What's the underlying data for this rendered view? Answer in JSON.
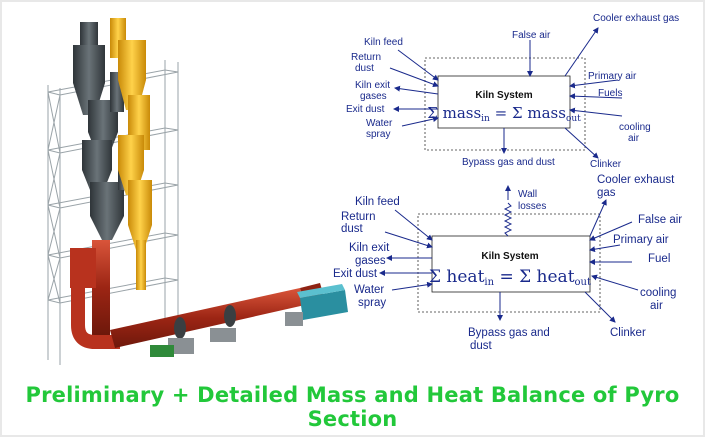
{
  "caption": "Preliminary + Detailed Mass and Heat Balance of Pyro Section",
  "mass_diagram": {
    "box_title": "Kiln System",
    "eq": {
      "sigma1": "Σ",
      "word1": "mass",
      "sub1": "in",
      "equals": "=",
      "sigma2": "Σ",
      "word2": "mass",
      "sub2": "out"
    },
    "labels": {
      "false_air": "False air",
      "cooler_exhaust": "Cooler exhaust gas",
      "kiln_feed": "Kiln feed",
      "return_dust_1": "Return",
      "return_dust_2": "dust",
      "kiln_exit_1": "Kiln exit",
      "kiln_exit_2": "gases",
      "exit_dust": "Exit dust",
      "water_1": "Water",
      "water_2": "spray",
      "primary_air": "Primary air",
      "fuels": "Fuels",
      "cooling_1": "cooling",
      "cooling_2": "air",
      "clinker": "Clinker",
      "bypass": "Bypass gas and dust"
    }
  },
  "heat_diagram": {
    "box_title": "Kiln System",
    "eq": {
      "sigma1": "Σ",
      "word1": "heat",
      "sub1": "in",
      "equals": "=",
      "sigma2": "Σ",
      "word2": "heat",
      "sub2": "out"
    },
    "labels": {
      "wall_1": "Wall",
      "wall_2": "losses",
      "cooler_1": "Cooler exhaust",
      "cooler_2": "gas",
      "kiln_feed": "Kiln feed",
      "return_1": "Return",
      "return_2": "dust",
      "false_air": "False air",
      "primary_air": "Primary air",
      "kiln_exit_1": "Kiln exit",
      "kiln_exit_2": "gases",
      "fuel": "Fuel",
      "exit_dust": "Exit dust",
      "water_1": "Water",
      "water_2": "spray",
      "cooling_1": "cooling",
      "cooling_2": "air",
      "bypass_1": "Bypass gas and",
      "bypass_2": "dust",
      "clinker": "Clinker"
    }
  },
  "colors": {
    "ink": "#1a2a8c",
    "caption": "#22c83a",
    "tower_grey": "#4a5257",
    "tower_yellow": "#f2b51a",
    "kiln_red": "#b8321e",
    "cooler_teal": "#2a8fa0"
  }
}
